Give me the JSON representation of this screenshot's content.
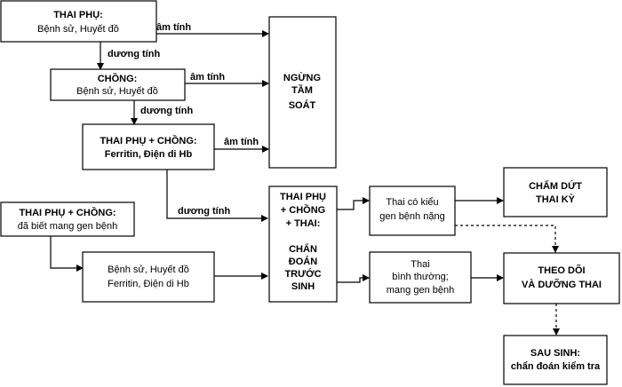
{
  "nodes": {
    "thai_phu": {
      "line1": "THAI PHỤ:",
      "line2": "Bệnh sử, Huyết đồ"
    },
    "chong": {
      "line1": "CHỒNG:",
      "line2": "Bệnh sử, Huyết đồ"
    },
    "thai_phu_chong": {
      "line1": "THAI PHỤ + CHỒNG:",
      "line2": "Ferritin, Điện di Hb"
    },
    "ngung_tam_soat": {
      "line1": "NGỪNG",
      "line2": "TẦM",
      "line3": "SOÁT"
    },
    "da_biet": {
      "line1": "THAI PHỤ + CHỒNG:",
      "line2": "đã biết mang gen bệnh"
    },
    "benh_su": {
      "line1": "Bệnh sử, Huyết đồ",
      "line2": "Ferritin, Điện di Hb"
    },
    "chan_doan": {
      "line1": "THAI PHỤ",
      "line2": "+ CHỒNG",
      "line3": "+ THAI:",
      "line4": "CHẨN",
      "line5": "ĐOÁN",
      "line6": "TRƯỚC",
      "line7": "SINH"
    },
    "thai_nang": {
      "line1": "Thai có kiểu",
      "line2": "gen bệnh nặng"
    },
    "thai_binh_thuong": {
      "line1": "Thai",
      "line2": "bình thường;",
      "line3": "mang gen bệnh"
    },
    "cham_dut": {
      "line1": "CHẤM DỨT",
      "line2": "THAI KỲ"
    },
    "theo_doi": {
      "line1": "THEO DÕI",
      "line2": "VÀ DƯỠNG THAI"
    },
    "sau_sinh": {
      "line1": "SAU SINH:",
      "line2": "chẩn đoán kiểm tra"
    }
  },
  "edge_labels": {
    "am_tinh_1": "âm tính",
    "duong_tinh_1": "dương tính",
    "am_tinh_2": "âm tính",
    "duong_tinh_2": "dương tính",
    "am_tinh_3": "âm tính",
    "duong_tinh_3": "dương tính"
  }
}
